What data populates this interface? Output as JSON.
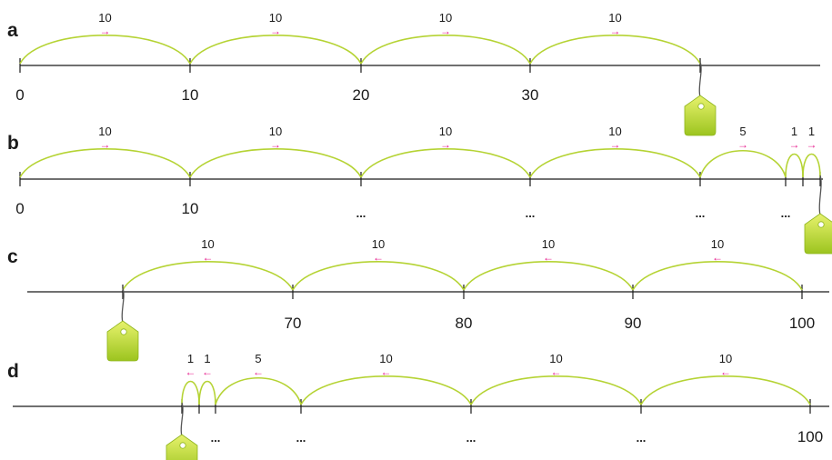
{
  "colors": {
    "arc": "#b5d334",
    "arrow": "#e6198c",
    "tag_light": "#e7f26d",
    "tag_dark": "#9cc41f"
  },
  "rows": [
    {
      "letter": "a",
      "jumps": [
        {
          "label": "10",
          "dir": "right"
        },
        {
          "label": "10",
          "dir": "right"
        },
        {
          "label": "10",
          "dir": "right"
        },
        {
          "label": "10",
          "dir": "right"
        }
      ],
      "numbers": [
        "0",
        "10",
        "20",
        "30"
      ]
    },
    {
      "letter": "b",
      "jumps": [
        {
          "label": "10",
          "dir": "right"
        },
        {
          "label": "10",
          "dir": "right"
        },
        {
          "label": "10",
          "dir": "right"
        },
        {
          "label": "10",
          "dir": "right"
        },
        {
          "label": "5",
          "dir": "right"
        },
        {
          "label": "1",
          "dir": "right"
        },
        {
          "label": "1",
          "dir": "right"
        }
      ],
      "numbers": [
        "0",
        "10",
        "...",
        "...",
        "...",
        "..."
      ]
    },
    {
      "letter": "c",
      "jumps": [
        {
          "label": "10",
          "dir": "left"
        },
        {
          "label": "10",
          "dir": "left"
        },
        {
          "label": "10",
          "dir": "left"
        },
        {
          "label": "10",
          "dir": "left"
        }
      ],
      "numbers": [
        "70",
        "80",
        "90",
        "100"
      ]
    },
    {
      "letter": "d",
      "jumps": [
        {
          "label": "1",
          "dir": "left"
        },
        {
          "label": "1",
          "dir": "left"
        },
        {
          "label": "5",
          "dir": "left"
        },
        {
          "label": "10",
          "dir": "left"
        },
        {
          "label": "10",
          "dir": "left"
        },
        {
          "label": "10",
          "dir": "left"
        }
      ],
      "numbers": [
        "...",
        "...",
        "...",
        "...",
        "100"
      ]
    }
  ]
}
